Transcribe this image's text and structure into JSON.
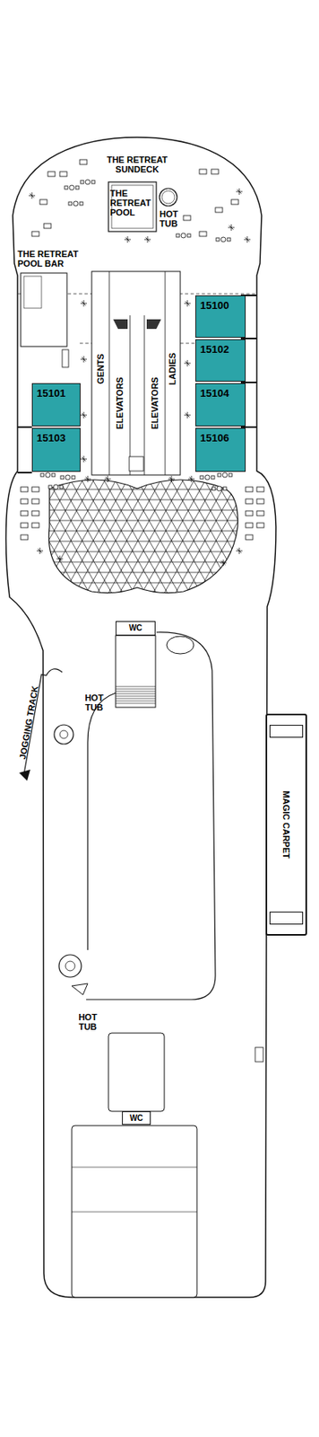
{
  "diagram": {
    "nodes": [
      {
        "text": [
          "15100"
        ]
      },
      {
        "text": [
          "15102"
        ]
      },
      {
        "text": [
          "15101"
        ]
      },
      {
        "text": [
          "15104"
        ]
      },
      {
        "text": [
          "15103"
        ]
      },
      {
        "text": [
          "15106"
        ]
      },
      {
        "text": [
          "WC"
        ]
      },
      {
        "text": [
          "MAGIC CARPET"
        ]
      },
      {
        "text": [
          "WC"
        ]
      }
    ],
    "edges": [],
    "labels": [
      "THE RETREAT SUNDECK",
      "THE RETREAT POOL",
      "HOT TUB",
      "THE RETREAT POOL BAR",
      "GENTS",
      "ELEVATORS",
      "ELEVATORS",
      "LADIES",
      "HOT TUB",
      "JOGGING TRACK",
      "HOT TUB"
    ]
  }
}
